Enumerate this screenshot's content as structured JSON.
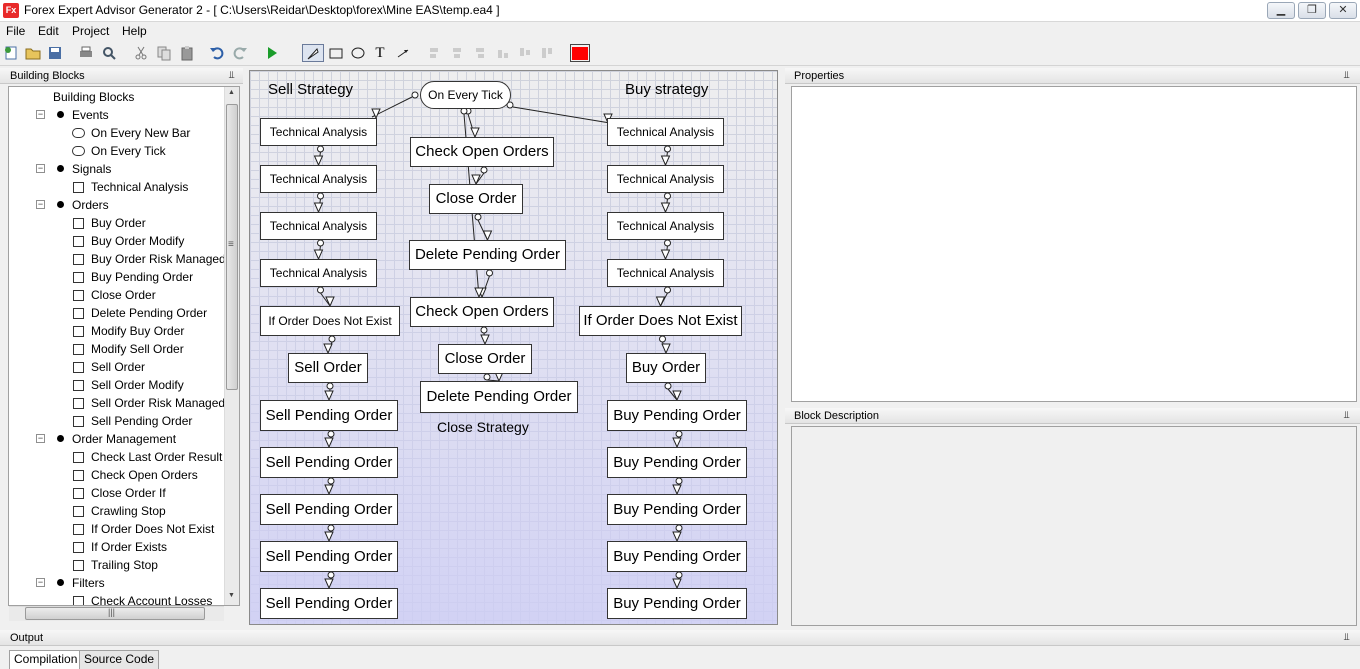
{
  "window": {
    "app_icon": "Fx",
    "title": "Forex Expert Advisor Generator 2 - [ C:\\Users\\Reidar\\Desktop\\forex\\Mine EAS\\temp.ea4 ]",
    "minimize": "▁",
    "restore": "❐",
    "close": "✕"
  },
  "menu": [
    "File",
    "Edit",
    "Project",
    "Help"
  ],
  "toolbar": {
    "icons": [
      "new-file-icon",
      "open-folder-icon",
      "save-icon",
      "print-icon",
      "print-preview-icon",
      "cut-icon",
      "copy-icon",
      "paste-icon",
      "undo-icon",
      "redo-icon",
      "run-icon",
      "pointer-icon",
      "rectangle-icon",
      "ellipse-icon",
      "text-tool-icon",
      "connector-icon",
      "align-left-icon",
      "align-center-icon",
      "align-right-icon",
      "align-top-icon",
      "align-middle-icon",
      "align-bottom-icon",
      "color-icon",
      "zoom-slider"
    ],
    "text_tool_glyph": "T",
    "accent_color": "#ff0000"
  },
  "building_blocks": {
    "header": "Building Blocks",
    "tree": [
      {
        "label": "Building Blocks",
        "level": 0,
        "icon": "none",
        "expander": ""
      },
      {
        "label": "Events",
        "level": 1,
        "icon": "bullet",
        "expander": "−"
      },
      {
        "label": "On Every New Bar",
        "level": 2,
        "icon": "oval",
        "expander": ""
      },
      {
        "label": "On Every Tick",
        "level": 2,
        "icon": "oval",
        "expander": ""
      },
      {
        "label": "Signals",
        "level": 1,
        "icon": "bullet",
        "expander": "−"
      },
      {
        "label": "Technical Analysis",
        "level": 2,
        "icon": "square",
        "expander": ""
      },
      {
        "label": "Orders",
        "level": 1,
        "icon": "bullet",
        "expander": "−"
      },
      {
        "label": "Buy Order",
        "level": 2,
        "icon": "square",
        "expander": ""
      },
      {
        "label": "Buy Order Modify",
        "level": 2,
        "icon": "square",
        "expander": ""
      },
      {
        "label": "Buy Order Risk Managed",
        "level": 2,
        "icon": "square",
        "expander": ""
      },
      {
        "label": "Buy Pending Order",
        "level": 2,
        "icon": "square",
        "expander": ""
      },
      {
        "label": "Close Order",
        "level": 2,
        "icon": "square",
        "expander": ""
      },
      {
        "label": "Delete Pending Order",
        "level": 2,
        "icon": "square",
        "expander": ""
      },
      {
        "label": "Modify Buy Order",
        "level": 2,
        "icon": "square",
        "expander": ""
      },
      {
        "label": "Modify Sell Order",
        "level": 2,
        "icon": "square",
        "expander": ""
      },
      {
        "label": "Sell Order",
        "level": 2,
        "icon": "square",
        "expander": ""
      },
      {
        "label": "Sell Order Modify",
        "level": 2,
        "icon": "square",
        "expander": ""
      },
      {
        "label": "Sell Order Risk Managed",
        "level": 2,
        "icon": "square",
        "expander": ""
      },
      {
        "label": "Sell Pending Order",
        "level": 2,
        "icon": "square",
        "expander": ""
      },
      {
        "label": "Order Management",
        "level": 1,
        "icon": "bullet",
        "expander": "−"
      },
      {
        "label": "Check Last Order Result",
        "level": 2,
        "icon": "square",
        "expander": ""
      },
      {
        "label": "Check Open Orders",
        "level": 2,
        "icon": "square",
        "expander": ""
      },
      {
        "label": "Close Order If",
        "level": 2,
        "icon": "square",
        "expander": ""
      },
      {
        "label": "Crawling Stop",
        "level": 2,
        "icon": "square",
        "expander": ""
      },
      {
        "label": "If Order Does Not Exist",
        "level": 2,
        "icon": "square",
        "expander": ""
      },
      {
        "label": "If Order Exists",
        "level": 2,
        "icon": "square",
        "expander": ""
      },
      {
        "label": "Trailing Stop",
        "level": 2,
        "icon": "square",
        "expander": ""
      },
      {
        "label": "Filters",
        "level": 1,
        "icon": "bullet",
        "expander": "−"
      },
      {
        "label": "Check Account Losses",
        "level": 2,
        "icon": "square",
        "expander": ""
      }
    ],
    "scroll_up": "▲",
    "scroll_down": "▼",
    "scroll_grip": "≡",
    "hscroll_grip": "|||"
  },
  "canvas": {
    "labels": {
      "sell_strategy": "Sell Strategy",
      "buy_strategy": "Buy strategy",
      "close_strategy": "Close Strategy"
    },
    "event_block": "On Every Tick",
    "sell_column": [
      "Technical Analysis",
      "Technical Analysis",
      "Technical Analysis",
      "Technical Analysis",
      "If Order Does Not Exist",
      "Sell Order",
      "Sell Pending Order",
      "Sell Pending Order",
      "Sell Pending Order",
      "Sell Pending Order",
      "Sell Pending Order"
    ],
    "close_column": [
      "Check Open Orders",
      "Close Order",
      "Delete Pending Order",
      "Check Open Orders",
      "Close Order",
      "Delete Pending Order"
    ],
    "buy_column": [
      "Technical Analysis",
      "Technical Analysis",
      "Technical Analysis",
      "Technical Analysis",
      "If Order Does Not Exist",
      "Buy Order",
      "Buy Pending Order",
      "Buy Pending Order",
      "Buy Pending Order",
      "Buy Pending Order",
      "Buy Pending Order"
    ]
  },
  "properties": {
    "header": "Properties"
  },
  "block_description": {
    "header": "Block Description"
  },
  "output": {
    "header": "Output",
    "tabs": [
      "Compilation",
      "Source Code"
    ],
    "active_tab": "Compilation"
  },
  "pin_glyph": "⫫"
}
